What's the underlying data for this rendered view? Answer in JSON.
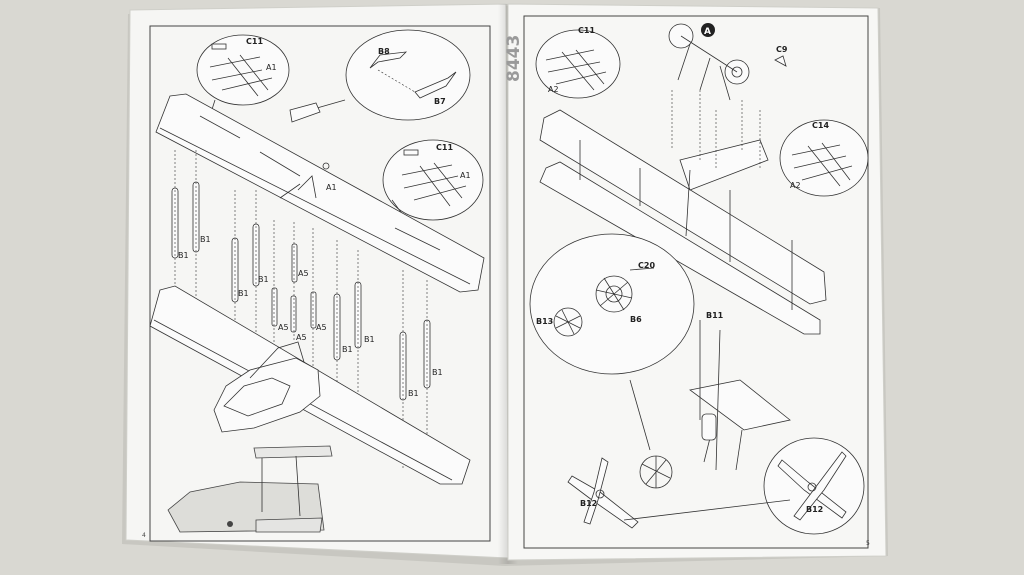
{
  "booklet": {
    "kit_number": "8443",
    "left_page": {
      "page_number": "4",
      "labels": {
        "c11_top": "C11",
        "a1_top": "A1",
        "b8": "B8",
        "b7": "B7",
        "c11_right": "C11",
        "a1_right": "A1",
        "a1_center": "A1",
        "b1_a": "B1",
        "b1_b": "B1",
        "b1_c": "B1",
        "b1_d": "B1",
        "b1_e": "B1",
        "b1_f": "B1",
        "b1_g": "B1",
        "b1_h": "B1",
        "a5_a": "A5",
        "a5_b": "A5",
        "a5_c": "A5",
        "a5_d": "A5"
      }
    },
    "right_page": {
      "page_number": "5",
      "step_marker": "A",
      "labels": {
        "c11": "C11",
        "a2_top": "A2",
        "c9": "C9",
        "c14": "C14",
        "a2_right": "A2",
        "c20": "C20",
        "b13": "B13",
        "b6": "B6",
        "b11": "B11",
        "b12_left": "B12",
        "b12_right": "B12"
      }
    }
  }
}
